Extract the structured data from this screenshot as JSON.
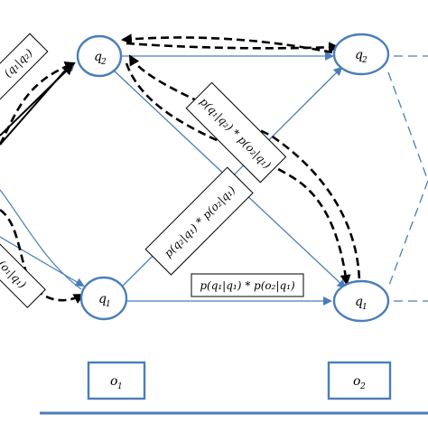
{
  "states": {
    "q2_left": {
      "label": "q",
      "sub": "2"
    },
    "q2_right": {
      "label": "q",
      "sub": "2"
    },
    "q1_left": {
      "label": "q",
      "sub": "1"
    },
    "q1_right": {
      "label": "q",
      "sub": "1"
    }
  },
  "observations": {
    "o1": {
      "label": "o",
      "sub": "1"
    },
    "o2": {
      "label": "o",
      "sub": "2"
    }
  },
  "formula_boxes": {
    "q1_to_q1": "p(q₁|q₁) * p(o₂|q₁)",
    "q1_to_q2": "p(q₁|q₂) * p(o₂|q₁)",
    "q2_to_q1": "p(q₂|q₁) * p(o₂|q₁)",
    "left_top_partial": "(q₁|q₂)",
    "left_bottom_partial": "(o₁|q₁)"
  },
  "colors": {
    "node_stroke": "#4a7ebb",
    "solid_edge": "#4a7ebb",
    "dashed_edge": "#000000",
    "baseline": "#4a7ebb"
  }
}
